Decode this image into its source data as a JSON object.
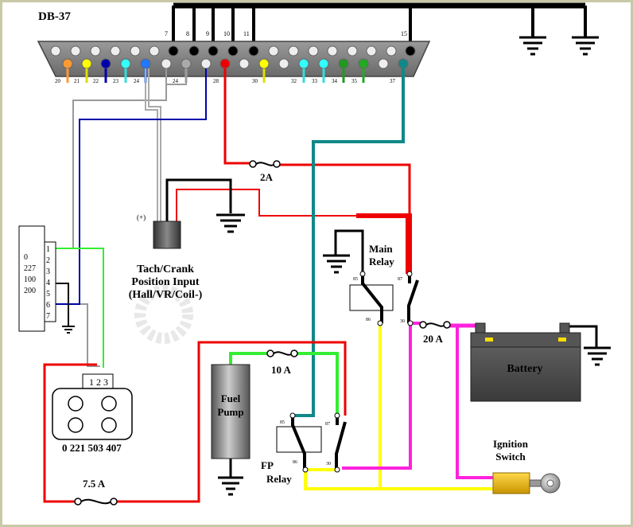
{
  "connector": {
    "title": "DB-37",
    "top_pins": [
      "7",
      "8",
      "9",
      "10",
      "11",
      "15"
    ],
    "bottom_pins": [
      "20",
      "21",
      "22",
      "23",
      "24",
      "24",
      "28",
      "30",
      "32",
      "33",
      "34",
      "35",
      "37"
    ]
  },
  "fuse_2a": "2A",
  "fuse_10a": "10 A",
  "fuse_20a": "20 A",
  "fuse_7_5a": "7.5 A",
  "tach": {
    "plus": "(+)",
    "line1": "Tach/Crank",
    "line2": "Position Input",
    "line3": "(Hall/VR/Coil-)"
  },
  "map_sensor": {
    "values": [
      "0",
      "227",
      "100",
      "200"
    ],
    "pins": [
      "1",
      "2",
      "3",
      "4",
      "5",
      "6",
      "7"
    ]
  },
  "plug_pins": "1 2 3",
  "part_number": "0 221 503 407",
  "main_relay": {
    "line1": "Main",
    "line2": "Relay",
    "pins": [
      "85",
      "87",
      "86",
      "30"
    ]
  },
  "fp_relay": {
    "line1": "FP",
    "line2": "Relay",
    "pins": [
      "85",
      "87",
      "86",
      "30"
    ]
  },
  "fuel_pump": {
    "line1": "Fuel",
    "line2": "Pump"
  },
  "battery": "Battery",
  "ignition": {
    "line1": "Ignition",
    "line2": "Switch"
  },
  "colors": {
    "red": "#ee0000",
    "teal": "#118888",
    "yellow": "#ffff00",
    "magenta": "#ff22dd",
    "green": "#33ee33",
    "blue": "#0000aa",
    "gray": "#aaaaaa",
    "black": "#000000"
  }
}
